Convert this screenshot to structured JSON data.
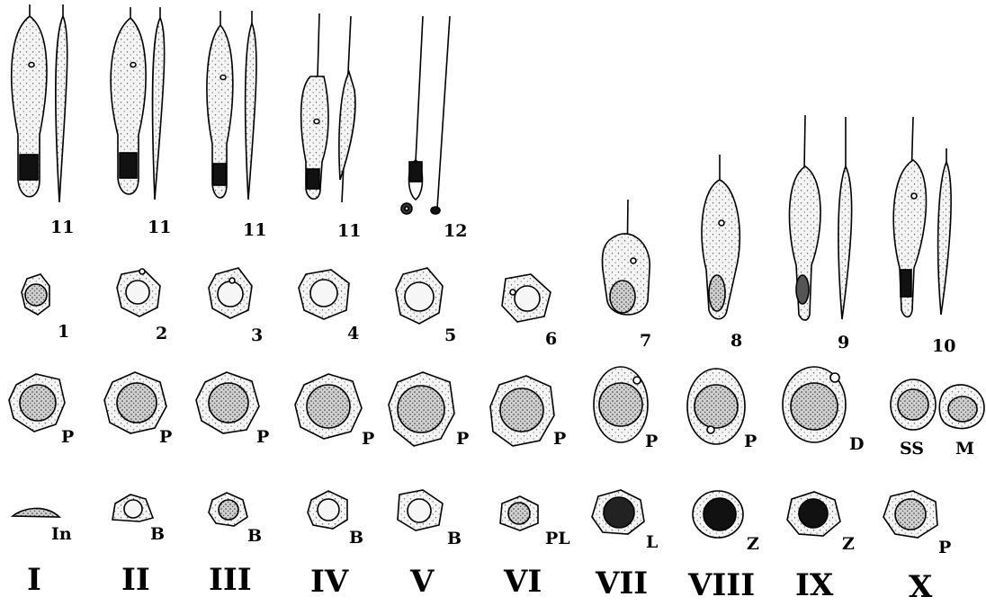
{
  "top_row": {
    "labels": [
      "11",
      "11",
      "11",
      "11",
      "12"
    ]
  },
  "spermatid_row": {
    "labels": [
      "1",
      "2",
      "3",
      "4",
      "5",
      "6",
      "7",
      "8",
      "9",
      "10"
    ]
  },
  "spermatocyte_row": {
    "labels": [
      "P",
      "P",
      "P",
      "P",
      "P",
      "P",
      "P",
      "P",
      "D",
      "SS",
      "M"
    ]
  },
  "spermatogonia_row": {
    "labels": [
      "In",
      "B",
      "B",
      "B",
      "B",
      "PL",
      "L",
      "Z",
      "Z",
      "P"
    ]
  },
  "stages": [
    "I",
    "II",
    "III",
    "IV",
    "V",
    "VI",
    "VII",
    "VIII",
    "IX",
    "X"
  ],
  "colors": {
    "ink": "#000000",
    "paper": "#ffffff",
    "cell_fill": "#e6e6e6",
    "nucleus_fill": "#bdbdbd"
  }
}
